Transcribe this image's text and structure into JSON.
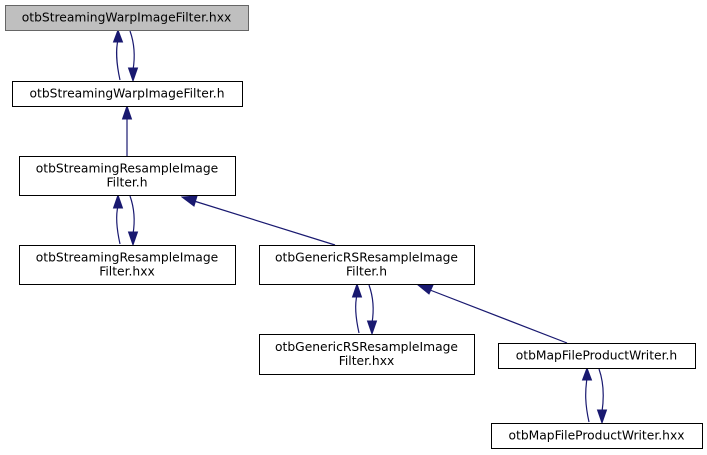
{
  "diagram": {
    "type": "include-dependency-graph",
    "colors": {
      "edge": "#191970",
      "root_fill": "#bfbfbf",
      "node_fill": "#ffffff",
      "border": "#000000"
    },
    "nodes": [
      {
        "id": "n1",
        "lines": [
          "otbStreamingWarpImageFilter.hxx"
        ],
        "root": true
      },
      {
        "id": "n2",
        "lines": [
          "otbStreamingWarpImageFilter.h"
        ]
      },
      {
        "id": "n3",
        "lines": [
          "otbStreamingResampleImage",
          "Filter.h"
        ]
      },
      {
        "id": "n4",
        "lines": [
          "otbStreamingResampleImage",
          "Filter.hxx"
        ]
      },
      {
        "id": "n5",
        "lines": [
          "otbGenericRSResampleImage",
          "Filter.h"
        ]
      },
      {
        "id": "n6",
        "lines": [
          "otbGenericRSResampleImage",
          "Filter.hxx"
        ]
      },
      {
        "id": "n7",
        "lines": [
          "otbMapFileProductWriter.h"
        ]
      },
      {
        "id": "n8",
        "lines": [
          "otbMapFileProductWriter.hxx"
        ]
      }
    ],
    "edges": [
      {
        "from": "n2",
        "to": "n1"
      },
      {
        "from": "n1",
        "to": "n2"
      },
      {
        "from": "n3",
        "to": "n2"
      },
      {
        "from": "n4",
        "to": "n3"
      },
      {
        "from": "n3",
        "to": "n4"
      },
      {
        "from": "n5",
        "to": "n3"
      },
      {
        "from": "n6",
        "to": "n5"
      },
      {
        "from": "n5",
        "to": "n6"
      },
      {
        "from": "n7",
        "to": "n5"
      },
      {
        "from": "n8",
        "to": "n7"
      },
      {
        "from": "n7",
        "to": "n8"
      }
    ]
  }
}
